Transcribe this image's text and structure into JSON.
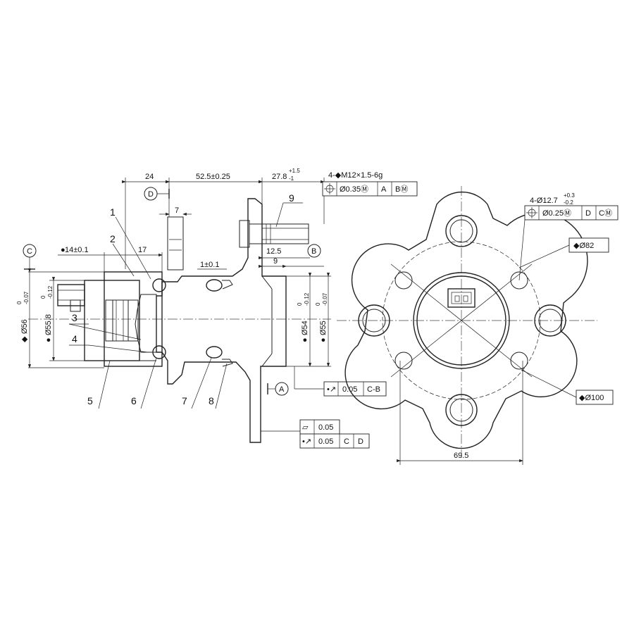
{
  "side_view": {
    "dims": {
      "d24": "24",
      "d52": "52.5±0.25",
      "d27": "27.8",
      "d27_sup": "+1.5",
      "d27_sub": "-1",
      "d7": "7",
      "d14": "14±0.1",
      "d17": "17",
      "d1": "1±0.1",
      "d12_5": "12.5",
      "d9": "9"
    },
    "datums": {
      "c": "C",
      "d": "D",
      "b": "B",
      "a": "A"
    },
    "vertical_dims": {
      "d56": "Ø56",
      "d56_tol_top": "0",
      "d56_tol_bot": "-0.07",
      "d55_8": "Ø55.8",
      "d55_8_tol_top": "0",
      "d55_8_tol_bot": "-0.12",
      "d54": "Ø54",
      "d54_tol_top": "0",
      "d54_tol_bot": "-0.12",
      "d55": "Ø55",
      "d55_tol_top": "0",
      "d55_tol_bot": "-0.07"
    },
    "thread_callout": "4-◆M12×1.5-6g",
    "fcf_thread": {
      "tol": "Ø0.35Ⓜ",
      "d1": "A",
      "d2": "BⓂ"
    },
    "fcf_runout_a": {
      "tol": "0.05",
      "ref": "C-B"
    },
    "fcf_flat": {
      "tol": "0.05"
    },
    "fcf_runout_b": {
      "tol": "0.05",
      "d1": "C",
      "d2": "D"
    },
    "parts": [
      "1",
      "2",
      "3",
      "4",
      "5",
      "6",
      "7",
      "8",
      "9"
    ]
  },
  "front_view": {
    "hole_callout": "4-Ø12.7",
    "hole_sup": "+0.3",
    "hole_sub": "-0.2",
    "fcf_holes": {
      "tol": "Ø0.25Ⓜ",
      "d1": "D",
      "d2": "CⓂ"
    },
    "pcd1": "◆Ø82",
    "pcd2": "◆Ø100",
    "width": "69.5"
  }
}
